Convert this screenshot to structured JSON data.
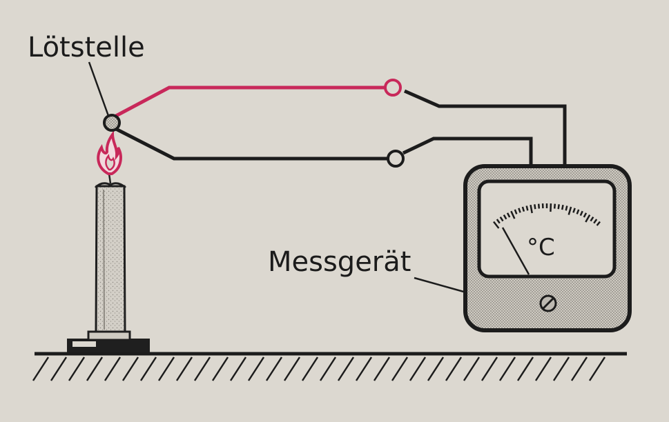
{
  "labels": {
    "solder_point": "Lötstelle",
    "meter": "Messgerät",
    "unit": "°C"
  },
  "colors": {
    "wire_red": "#c8285a",
    "wire_black": "#1c1c1c",
    "flame": "#c8285a",
    "background": "#dcd8d0"
  }
}
